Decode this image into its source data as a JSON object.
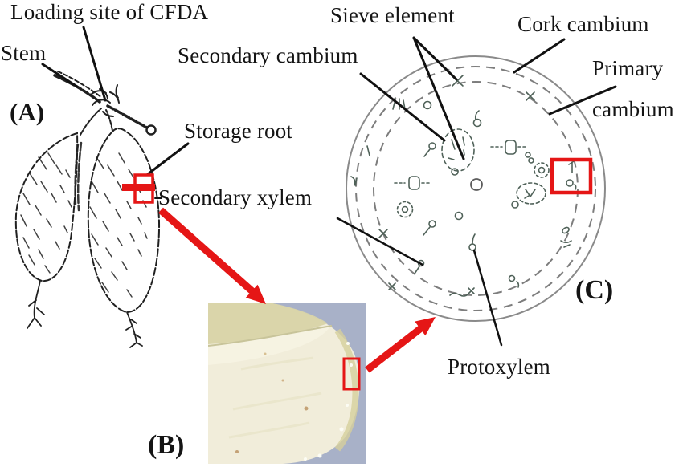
{
  "figure": {
    "panel_letters": {
      "a": "(A)",
      "b": "(B)",
      "c": "(C)"
    },
    "colors": {
      "background": "#ffffff",
      "text": "#141414",
      "leader_line": "#111111",
      "highlight_red": "#e51616",
      "sketch_ink": "#202020",
      "diagram_ring": "#7d7d7d",
      "diagram_outline": "#8a8a8a",
      "diagram_detail": "#4f6158",
      "photo_background": "#a8b1c8",
      "potato_flesh": "#f1edda",
      "potato_skin": "#d8d4a8"
    }
  },
  "panel_a": {
    "labels": {
      "loading_site": "Loading site of CFDA",
      "stem": "Stem",
      "storage_root": "Storage root",
      "secondary_xylem": "Secondary xylem"
    }
  },
  "panel_c": {
    "labels": {
      "sieve_element": "Sieve element",
      "cork_cambium": "Cork cambium",
      "primary_cambium_line1": "Primary",
      "primary_cambium_line2": "cambium",
      "secondary_cambium": "Secondary cambium",
      "protoxylem": "Protoxylem"
    }
  }
}
